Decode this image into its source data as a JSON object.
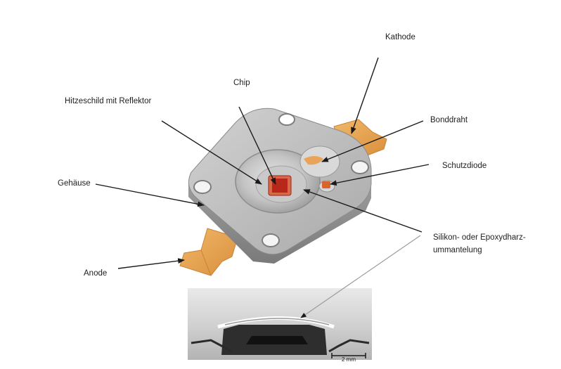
{
  "labels": {
    "kathode": "Kathode",
    "chip": "Chip",
    "hitzeschild": "Hitzeschild mit Reflektor",
    "bonddraht": "Bonddraht",
    "schutzdiode": "Schutzdiode",
    "gehaeuse": "Gehäuse",
    "silikon_line1": "Silikon- oder Epoxydharz-",
    "silikon_line2": "ummantelung",
    "anode": "Anode"
  },
  "scale_bar": {
    "label": "2 mm"
  },
  "colors": {
    "housing": "#b9b9b9",
    "housing_dark": "#8f8f8f",
    "lead_orange": "#e7a65a",
    "chip_red": "#c0301e",
    "arrow": "#1a1a1a"
  }
}
